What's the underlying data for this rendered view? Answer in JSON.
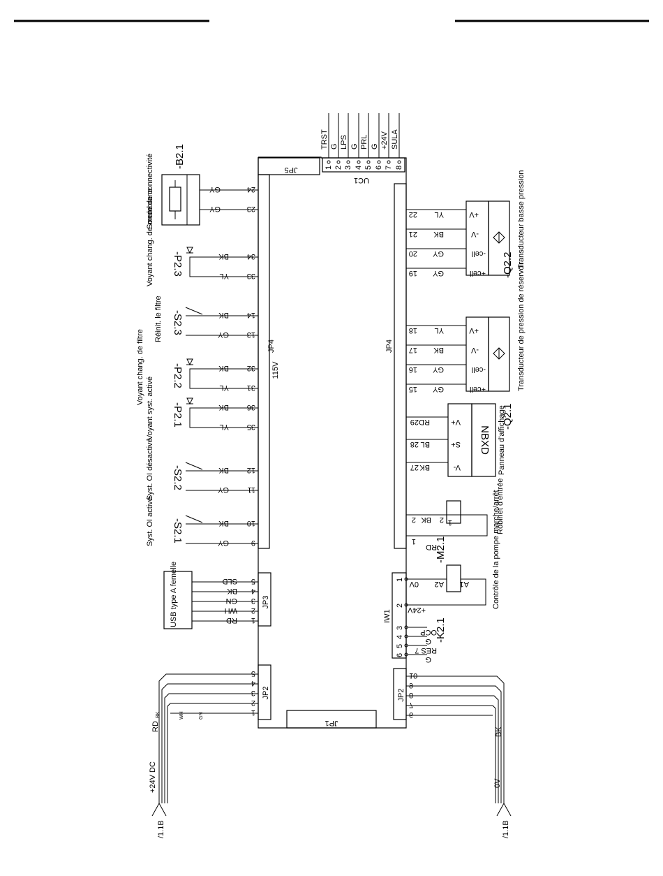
{
  "board": {
    "left_voltage": "115V",
    "connectors": {
      "jp1": "JP1",
      "jp2_left": "JP2",
      "jp2_right": "JP2",
      "jp3": "JP3",
      "jp4_left": "JP4",
      "jp4_right": "JP4",
      "jp5": "JP5",
      "uc1": "UC1",
      "iw1": "IW1"
    }
  },
  "uc1": {
    "pins": [
      "1",
      "2",
      "3",
      "4",
      "5",
      "6",
      "7",
      "8"
    ],
    "signals": [
      "TRST",
      "G",
      "LPS",
      "G",
      "PRL",
      "G",
      "+24V",
      "SULA"
    ]
  },
  "left_components": [
    {
      "ref": "-B2.1",
      "label": "Sonde de connectivité",
      "pins": [
        "24",
        "23"
      ],
      "colors": [
        "GY",
        "GY"
      ]
    },
    {
      "ref": "-P2.3",
      "label": "Voyant chang. de membrane",
      "pins": [
        "34",
        "33"
      ],
      "colors": [
        "BK",
        "YL"
      ]
    },
    {
      "ref": "-S2.3",
      "label": "Réinit. le filtre",
      "pins": [
        "14",
        "13"
      ],
      "colors": [
        "BK",
        "GY"
      ]
    },
    {
      "ref": "-P2.2",
      "label": "Voyant chang. de filtre",
      "pins": [
        "32",
        "31"
      ],
      "colors": [
        "BK",
        "YL"
      ]
    },
    {
      "ref": "-P2.1",
      "label": "Voyant syst. activé",
      "pins": [
        "36",
        "35"
      ],
      "colors": [
        "BK",
        "YL"
      ]
    },
    {
      "ref": "-S2.2",
      "label": "Syst. OI désactivé",
      "pins": [
        "12",
        "11"
      ],
      "colors": [
        "BK",
        "GY"
      ]
    },
    {
      "ref": "-S2.1",
      "label": "Syst. OI activé",
      "pins": [
        "10",
        "9"
      ],
      "colors": [
        "BK",
        "GY"
      ]
    }
  ],
  "usb": {
    "label": "USB type A femelle",
    "pins": [
      "5",
      "4",
      "3",
      "2",
      "1"
    ],
    "colors": [
      "SLD",
      "BK",
      "GN",
      "WH",
      "RD"
    ]
  },
  "jp2_left": {
    "pins": [
      "5",
      "4",
      "3",
      "2",
      "1"
    ],
    "colors": [
      "RD",
      "BK",
      "WH",
      "GN"
    ],
    "supply": "+24V DC",
    "ref": "/1.1B"
  },
  "right_components": {
    "q22": {
      "ref": "-Q2.2",
      "label": "Transducteur basse pression",
      "pins": [
        "22",
        "21",
        "20",
        "19"
      ],
      "colors": [
        "YL",
        "BK",
        "GY",
        "GY"
      ],
      "terminals": [
        "+V",
        "-V",
        "-cell",
        "+cell"
      ]
    },
    "q21": {
      "ref": "-Q2.1",
      "label": "Transducteur de pression de réservoir",
      "pins": [
        "18",
        "17",
        "16",
        "15"
      ],
      "colors": [
        "YL",
        "BK",
        "GY",
        "GY"
      ],
      "terminals": [
        "+V",
        "-V",
        "-cell",
        "+cell"
      ]
    },
    "display": {
      "name": "NBXD",
      "label": "Panneau d'affichage",
      "pins": [
        "29",
        "28",
        "27"
      ],
      "colors": [
        "RD",
        "BL",
        "BK"
      ],
      "terminals": [
        "V+",
        "S+",
        "V-"
      ]
    },
    "valve": {
      "ref": "-M2.1",
      "label": "Robinet d'entrée",
      "pins": [
        "2",
        "1"
      ],
      "colors": [
        "BK",
        "RD"
      ],
      "coil": [
        "1",
        "2"
      ]
    },
    "pump": {
      "ref": "-K2.1",
      "label": "Contrôle de la pompe marche/arrêt",
      "coil": [
        "A1",
        "A2"
      ],
      "wires": [
        "0V",
        "+24V"
      ]
    }
  },
  "iw1": {
    "pins": [
      "1",
      "2",
      "3",
      "4",
      "5",
      "6"
    ],
    "signals": [
      "0V",
      "+24V",
      "OCP",
      "G",
      "RES 7",
      "G"
    ]
  },
  "jp2_right": {
    "pins": [
      "10",
      "9",
      "8",
      "7",
      "6"
    ],
    "color": "BK",
    "supply": "0V",
    "ref": "/1.1B"
  }
}
